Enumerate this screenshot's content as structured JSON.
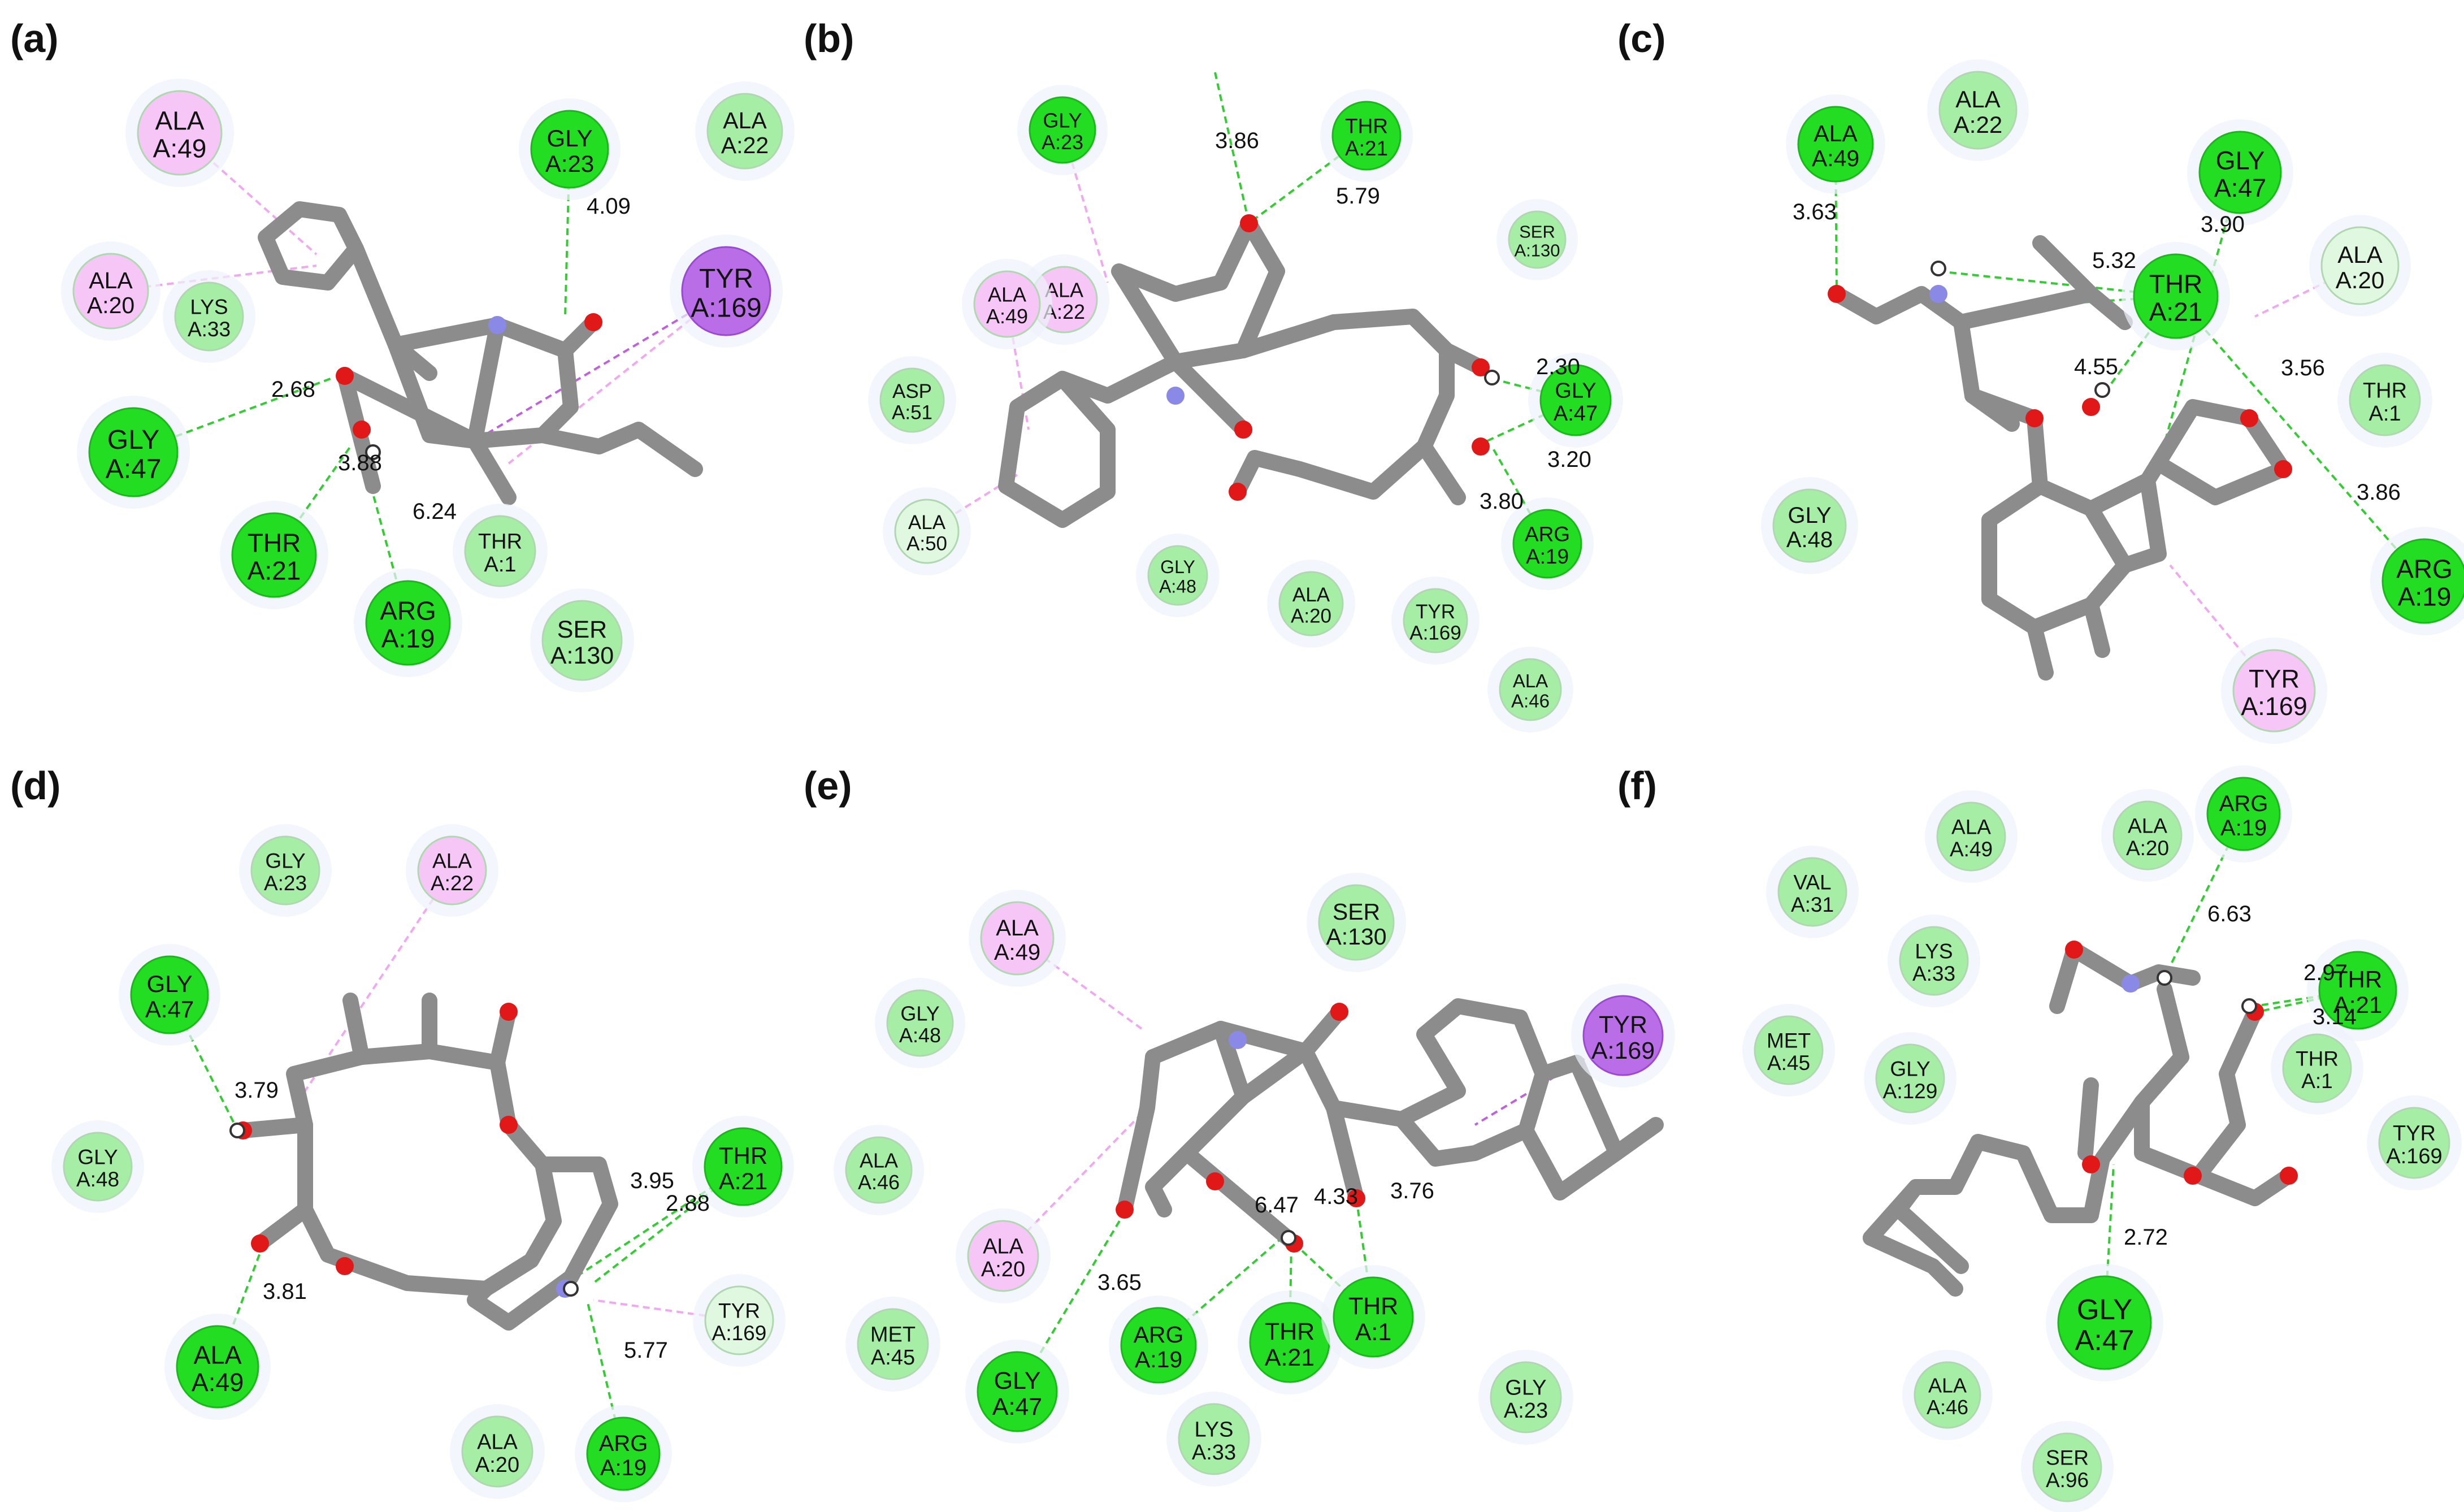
{
  "figure": {
    "panels": [
      {
        "label": "(a)",
        "residues": [
          {
            "name": "ALA",
            "id": "A:49",
            "kind": "alkyl"
          },
          {
            "name": "GLY",
            "id": "A:23",
            "kind": "hbond"
          },
          {
            "name": "ALA",
            "id": "A:22",
            "kind": "vdw"
          },
          {
            "name": "ALA",
            "id": "A:20",
            "kind": "alkyl"
          },
          {
            "name": "LYS",
            "id": "A:33",
            "kind": "vdw"
          },
          {
            "name": "TYR",
            "id": "A:169",
            "kind": "pi"
          },
          {
            "name": "GLY",
            "id": "A:47",
            "kind": "hbond"
          },
          {
            "name": "THR",
            "id": "A:21",
            "kind": "hbond"
          },
          {
            "name": "ARG",
            "id": "A:19",
            "kind": "hbond"
          },
          {
            "name": "THR",
            "id": "A:1",
            "kind": "vdw"
          },
          {
            "name": "SER",
            "id": "A:130",
            "kind": "vdw"
          }
        ],
        "distances": [
          "4.09",
          "2.68",
          "3.88",
          "6.24"
        ]
      },
      {
        "label": "(b)",
        "residues": [
          {
            "name": "GLY",
            "id": "A:23",
            "kind": "hbond"
          },
          {
            "name": "THR",
            "id": "A:21",
            "kind": "hbond"
          },
          {
            "name": "ALA",
            "id": "A:22",
            "kind": "alkyl"
          },
          {
            "name": "SER",
            "id": "A:130",
            "kind": "vdw"
          },
          {
            "name": "ALA",
            "id": "A:49",
            "kind": "alkyl"
          },
          {
            "name": "ASP",
            "id": "A:51",
            "kind": "vdw"
          },
          {
            "name": "GLY",
            "id": "A:47",
            "kind": "hbond"
          },
          {
            "name": "ARG",
            "id": "A:19",
            "kind": "hbond"
          },
          {
            "name": "ALA",
            "id": "A:50",
            "kind": "weak"
          },
          {
            "name": "GLY",
            "id": "A:48",
            "kind": "vdw"
          },
          {
            "name": "ALA",
            "id": "A:20",
            "kind": "vdw"
          },
          {
            "name": "TYR",
            "id": "A:169",
            "kind": "vdw"
          },
          {
            "name": "ALA",
            "id": "A:46",
            "kind": "vdw"
          }
        ],
        "distances": [
          "3.86",
          "5.79",
          "2.30",
          "3.20",
          "3.80"
        ]
      },
      {
        "label": "(c)",
        "residues": [
          {
            "name": "ALA",
            "id": "A:49",
            "kind": "hbond"
          },
          {
            "name": "ALA",
            "id": "A:22",
            "kind": "vdw"
          },
          {
            "name": "GLY",
            "id": "A:47",
            "kind": "hbond"
          },
          {
            "name": "THR",
            "id": "A:21",
            "kind": "hbond"
          },
          {
            "name": "ALA",
            "id": "A:20",
            "kind": "weak"
          },
          {
            "name": "THR",
            "id": "A:1",
            "kind": "vdw"
          },
          {
            "name": "GLY",
            "id": "A:48",
            "kind": "vdw"
          },
          {
            "name": "ARG",
            "id": "A:19",
            "kind": "hbond"
          },
          {
            "name": "TYR",
            "id": "A:169",
            "kind": "alkyl"
          }
        ],
        "distances": [
          "3.63",
          "5.32",
          "3.90",
          "4.55",
          "3.56",
          "3.86"
        ]
      },
      {
        "label": "(d)",
        "residues": [
          {
            "name": "GLY",
            "id": "A:23",
            "kind": "vdw"
          },
          {
            "name": "ALA",
            "id": "A:22",
            "kind": "alkyl"
          },
          {
            "name": "GLY",
            "id": "A:47",
            "kind": "hbond"
          },
          {
            "name": "GLY",
            "id": "A:48",
            "kind": "vdw"
          },
          {
            "name": "THR",
            "id": "A:21",
            "kind": "hbond"
          },
          {
            "name": "TYR",
            "id": "A:169",
            "kind": "weak"
          },
          {
            "name": "ALA",
            "id": "A:49",
            "kind": "hbond"
          },
          {
            "name": "ALA",
            "id": "A:20",
            "kind": "vdw"
          },
          {
            "name": "ARG",
            "id": "A:19",
            "kind": "hbond"
          }
        ],
        "distances": [
          "3.79",
          "3.95",
          "2.88",
          "3.81",
          "5.77"
        ]
      },
      {
        "label": "(e)",
        "residues": [
          {
            "name": "SER",
            "id": "A:130",
            "kind": "vdw"
          },
          {
            "name": "ALA",
            "id": "A:49",
            "kind": "alkyl"
          },
          {
            "name": "TYR",
            "id": "A:169",
            "kind": "pi"
          },
          {
            "name": "GLY",
            "id": "A:48",
            "kind": "vdw"
          },
          {
            "name": "ALA",
            "id": "A:46",
            "kind": "vdw"
          },
          {
            "name": "ALA",
            "id": "A:20",
            "kind": "alkyl"
          },
          {
            "name": "MET",
            "id": "A:45",
            "kind": "vdw"
          },
          {
            "name": "GLY",
            "id": "A:47",
            "kind": "hbond"
          },
          {
            "name": "ARG",
            "id": "A:19",
            "kind": "hbond"
          },
          {
            "name": "THR",
            "id": "A:21",
            "kind": "hbond"
          },
          {
            "name": "THR",
            "id": "A:1",
            "kind": "hbond"
          },
          {
            "name": "LYS",
            "id": "A:33",
            "kind": "vdw"
          },
          {
            "name": "GLY",
            "id": "A:23",
            "kind": "vdw"
          }
        ],
        "distances": [
          "3.65",
          "6.47",
          "4.33",
          "3.76"
        ]
      },
      {
        "label": "(f)",
        "residues": [
          {
            "name": "ALA",
            "id": "A:49",
            "kind": "vdw"
          },
          {
            "name": "ALA",
            "id": "A:20",
            "kind": "vdw"
          },
          {
            "name": "ARG",
            "id": "A:19",
            "kind": "hbond"
          },
          {
            "name": "VAL",
            "id": "A:31",
            "kind": "vdw"
          },
          {
            "name": "LYS",
            "id": "A:33",
            "kind": "vdw"
          },
          {
            "name": "THR",
            "id": "A:21",
            "kind": "hbond"
          },
          {
            "name": "MET",
            "id": "A:45",
            "kind": "vdw"
          },
          {
            "name": "GLY",
            "id": "A:129",
            "kind": "vdw"
          },
          {
            "name": "THR",
            "id": "A:1",
            "kind": "vdw"
          },
          {
            "name": "TYR",
            "id": "A:169",
            "kind": "vdw"
          },
          {
            "name": "GLY",
            "id": "A:47",
            "kind": "hbond"
          },
          {
            "name": "ALA",
            "id": "A:46",
            "kind": "vdw"
          },
          {
            "name": "SER",
            "id": "A:96",
            "kind": "vdw"
          }
        ],
        "distances": [
          "6.63",
          "2.97",
          "3.14",
          "2.72"
        ]
      }
    ],
    "colors": {
      "hbond": "#22dd22",
      "vdw": "#a6eea6",
      "weak": "#e0f8e0",
      "alkyl": "#f6c6f6",
      "pi": "#b96ee8",
      "bond": "#8c8c8c",
      "oxygen": "#e01818",
      "nitrogen": "#8a8ae6",
      "hydrogen": "#ffffff"
    }
  }
}
